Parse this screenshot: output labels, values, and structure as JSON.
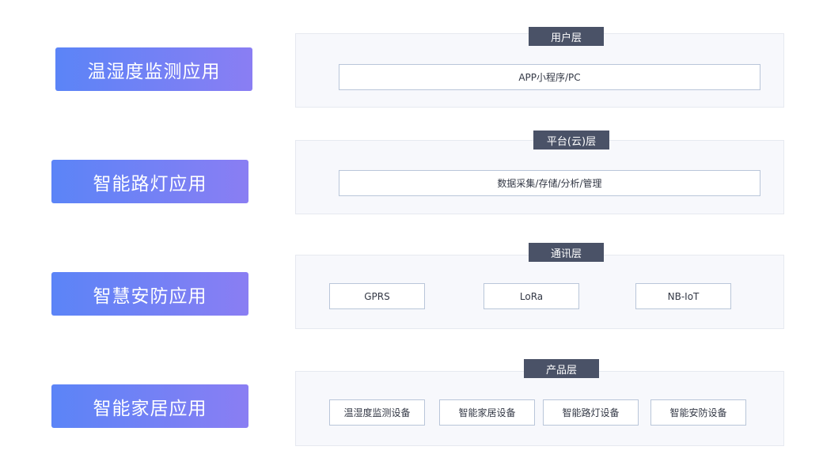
{
  "applications": [
    {
      "label": "温湿度监测应用"
    },
    {
      "label": "智能路灯应用"
    },
    {
      "label": "智慧安防应用"
    },
    {
      "label": "智能家居应用"
    }
  ],
  "layers": {
    "user": {
      "title": "用户层",
      "items": [
        "APP小程序/PC"
      ]
    },
    "platform": {
      "title": "平台(云)层",
      "items": [
        "数据采集/存储/分析/管理"
      ]
    },
    "comm": {
      "title": "通讯层",
      "items": [
        "GPRS",
        "LoRa",
        "NB-IoT"
      ]
    },
    "product": {
      "title": "产品层",
      "items": [
        "温湿度监测设备",
        "智能家居设备",
        "智能路灯设备",
        "智能安防设备"
      ]
    }
  },
  "colors": {
    "button_gradient_start": "#5b84f7",
    "button_gradient_end": "#8a7ef3",
    "tag_bg": "#4a5267",
    "panel_bg": "#f7f8fc",
    "box_border": "#b9c6d9"
  }
}
